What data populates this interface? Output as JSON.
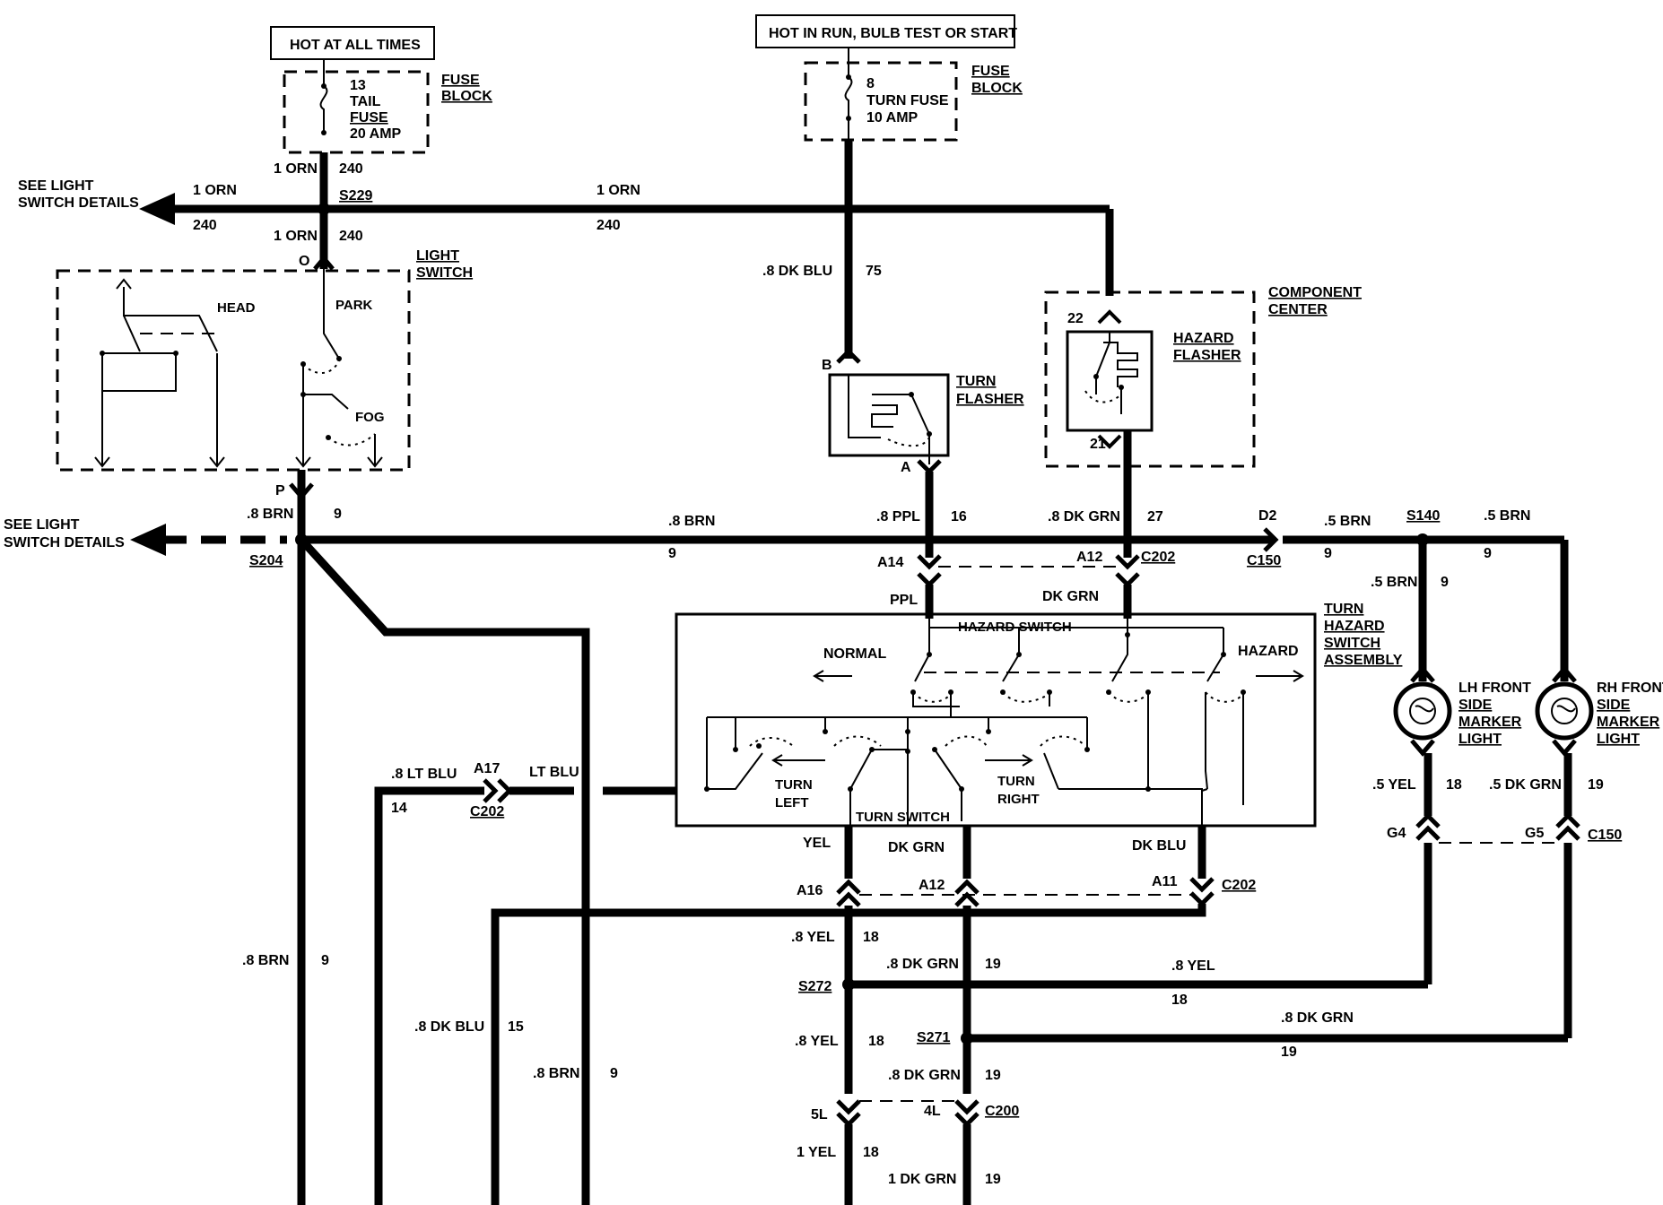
{
  "header": {
    "hot_at_all_times": "HOT AT ALL TIMES",
    "hot_in_run": "HOT IN RUN, BULB TEST OR START"
  },
  "fuse13": {
    "num": "13",
    "l1": "TAIL",
    "l2": "FUSE",
    "l3": "20 AMP",
    "block1": "FUSE",
    "block2": "BLOCK"
  },
  "fuse8": {
    "num": "8",
    "l1": "TURN FUSE",
    "l2": "10 AMP",
    "block1": "FUSE",
    "block2": "BLOCK"
  },
  "light_switch": {
    "title1": "LIGHT",
    "title2": "SWITCH",
    "head": "HEAD",
    "park": "PARK",
    "fog": "FOG",
    "pin_o": "O",
    "pin_p": "P"
  },
  "component_center": {
    "title1": "COMPONENT",
    "title2": "CENTER",
    "pin22": "22",
    "pin21": "21",
    "hazard1": "HAZARD",
    "hazard2": "FLASHER"
  },
  "turn_flasher": {
    "l1": "TURN",
    "l2": "FLASHER",
    "pin_b": "B",
    "pin_a": "A"
  },
  "see_light": {
    "l1": "SEE LIGHT",
    "l2": "SWITCH DETAILS"
  },
  "wires": {
    "orn1": "1 ORN",
    "c240": "240",
    "s229": "S229",
    "dkblu08": ".8 DK BLU",
    "c75": "75",
    "brn08": ".8 BRN",
    "c9": "9",
    "s204": "S204",
    "ppl08": ".8 PPL",
    "c16": "16",
    "dkgrn08": ".8 DK GRN",
    "c27": "27",
    "d2": "D2",
    "c150": "C150",
    "brn05": ".5 BRN",
    "s140": "S140",
    "a14": "A14",
    "a12": "A12",
    "c202": "C202",
    "ppl": "PPL",
    "dkgrn": "DK GRN",
    "ltblu08": ".8 LT BLU",
    "a17": "A17",
    "ltblu": "LT BLU",
    "c14": "14",
    "yel": "YEL",
    "dkblu": "DK BLU",
    "a16": "A16",
    "a11": "A11",
    "yel08": ".8 YEL",
    "c18": "18",
    "c19": "19",
    "s272": "S272",
    "s271": "S271",
    "dkblu15": "15",
    "c200": "C200",
    "p5l": "5L",
    "p4l": "4L",
    "yel1": "1 YEL",
    "dkgrn1": "1 DK GRN",
    "yel05": ".5 YEL",
    "dkgrn05": ".5 DK GRN",
    "g4": "G4",
    "g5": "G5"
  },
  "turn_hazard": {
    "t1": "TURN",
    "t2": "HAZARD",
    "t3": "SWITCH",
    "t4": "ASSEMBLY",
    "hazard_switch": "HAZARD SWITCH",
    "normal": "NORMAL",
    "hazard": "HAZARD",
    "turn_left1": "TURN",
    "turn_left2": "LEFT",
    "turn_right1": "TURN",
    "turn_right2": "RIGHT",
    "turn_switch": "TURN SWITCH"
  },
  "markers": {
    "lh1": "LH FRONT",
    "lh2": "SIDE",
    "lh3": "MARKER",
    "lh4": "LIGHT",
    "rh1": "RH FRONT",
    "rh2": "SIDE",
    "rh3": "MARKER",
    "rh4": "LIGHT"
  }
}
